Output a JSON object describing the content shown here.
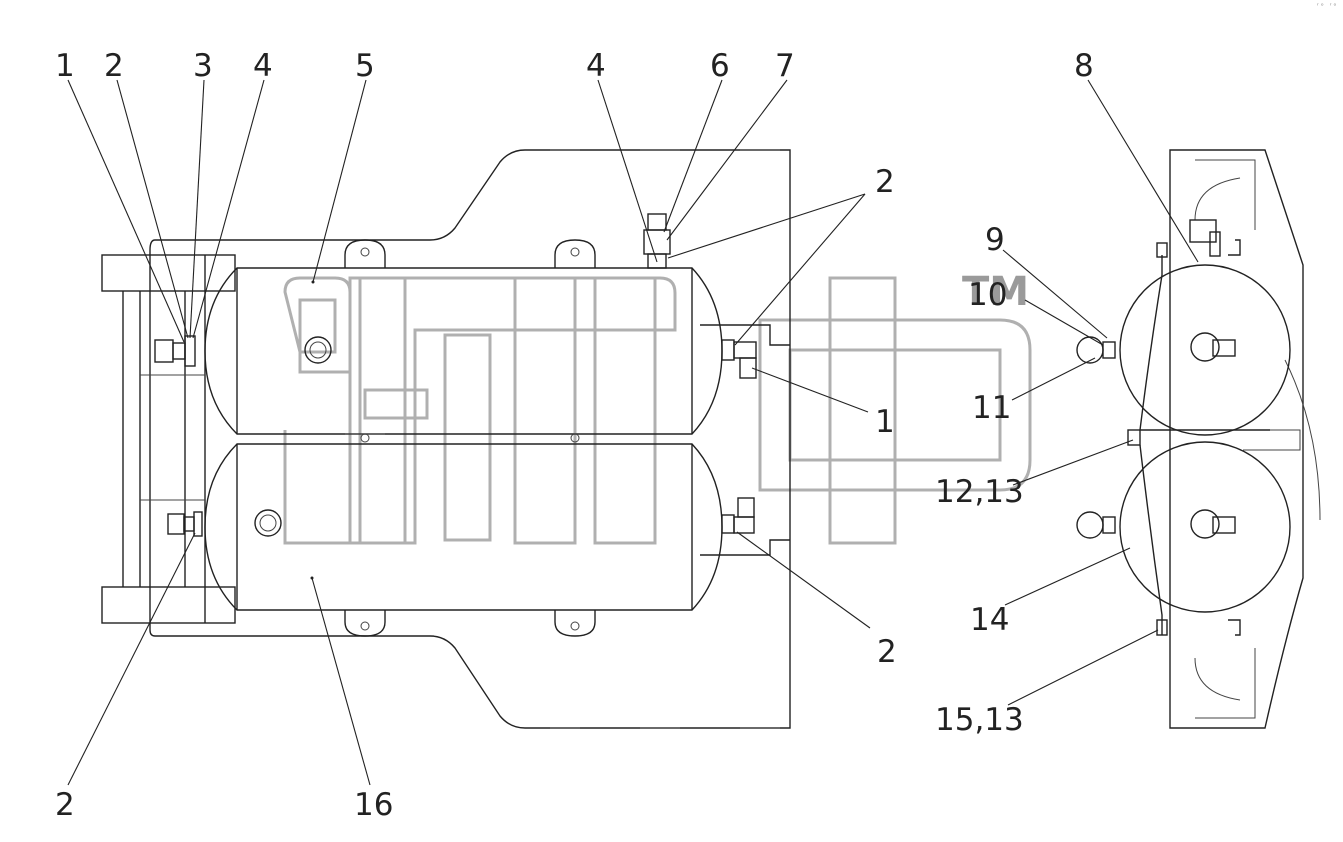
{
  "diagram": {
    "watermark": {
      "trademark": "TM"
    },
    "corner_mark": "ʳᵒ ʳᵒ",
    "callouts": [
      {
        "id": "c1a",
        "text": "1"
      },
      {
        "id": "c2a",
        "text": "2"
      },
      {
        "id": "c3",
        "text": "3"
      },
      {
        "id": "c4a",
        "text": "4"
      },
      {
        "id": "c5",
        "text": "5"
      },
      {
        "id": "c4b",
        "text": "4"
      },
      {
        "id": "c6",
        "text": "6"
      },
      {
        "id": "c7",
        "text": "7"
      },
      {
        "id": "c8",
        "text": "8"
      },
      {
        "id": "c2b",
        "text": "2"
      },
      {
        "id": "c9",
        "text": "9"
      },
      {
        "id": "c10",
        "text": "10"
      },
      {
        "id": "c1b",
        "text": "1"
      },
      {
        "id": "c11",
        "text": "11"
      },
      {
        "id": "c1213",
        "text": "12,13"
      },
      {
        "id": "c14",
        "text": "14"
      },
      {
        "id": "c2c",
        "text": "2"
      },
      {
        "id": "c1513",
        "text": "15,13"
      },
      {
        "id": "c2d",
        "text": "2"
      },
      {
        "id": "c16",
        "text": "16"
      }
    ]
  }
}
